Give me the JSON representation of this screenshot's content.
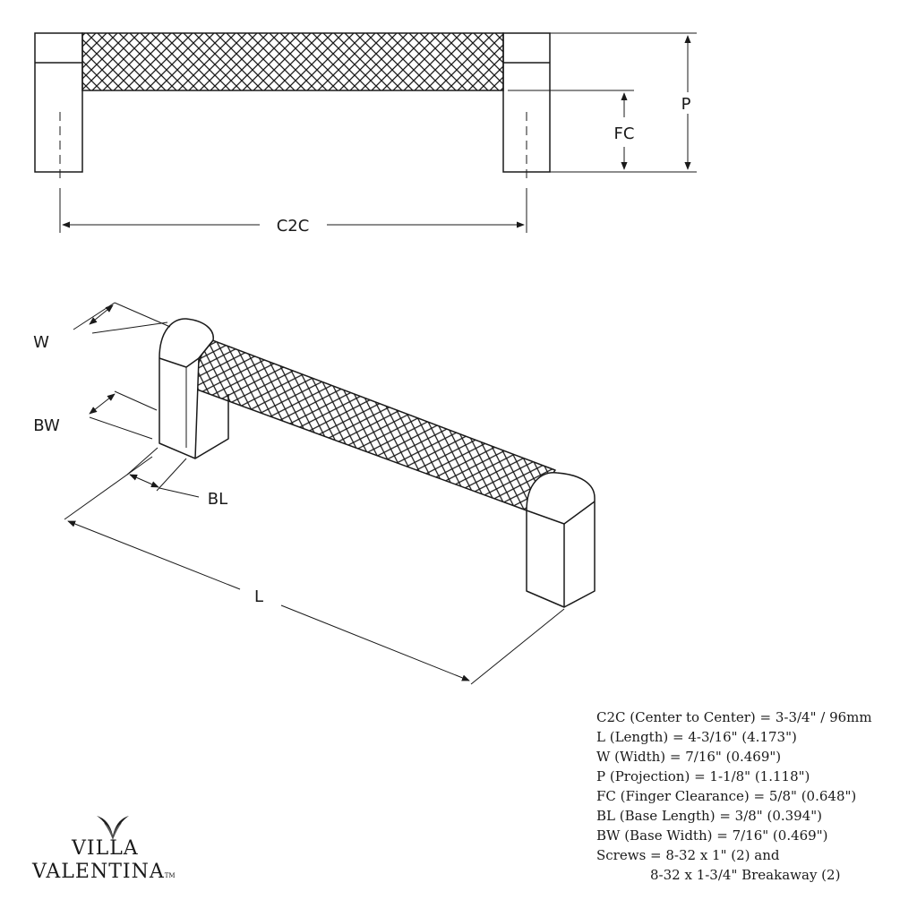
{
  "labels": {
    "top_view": {
      "c2c": "C2C",
      "projection": "P",
      "finger_clearance": "FC"
    },
    "iso_view": {
      "width": "W",
      "base_width": "BW",
      "base_length": "BL",
      "length": "L"
    }
  },
  "specs": [
    "C2C (Center to Center) = 3-3/4\" / 96mm",
    "L (Length) = 4-3/16\" (4.173\")",
    "W (Width) = 7/16\" (0.469\")",
    "P (Projection) = 1-1/8\" (1.118\")",
    "FC (Finger Clearance) = 5/8\" (0.648\")",
    "BL (Base Length) = 3/8\" (0.394\")",
    "BW (Base Width) = 7/16\" (0.469\")",
    "Screws = 8-32 x 1\" (2) and",
    "8-32 x 1-3/4\" Breakaway (2)"
  ],
  "brand": {
    "line1": "VILLA",
    "line2": "VALENTINA",
    "trademark": "TM"
  }
}
